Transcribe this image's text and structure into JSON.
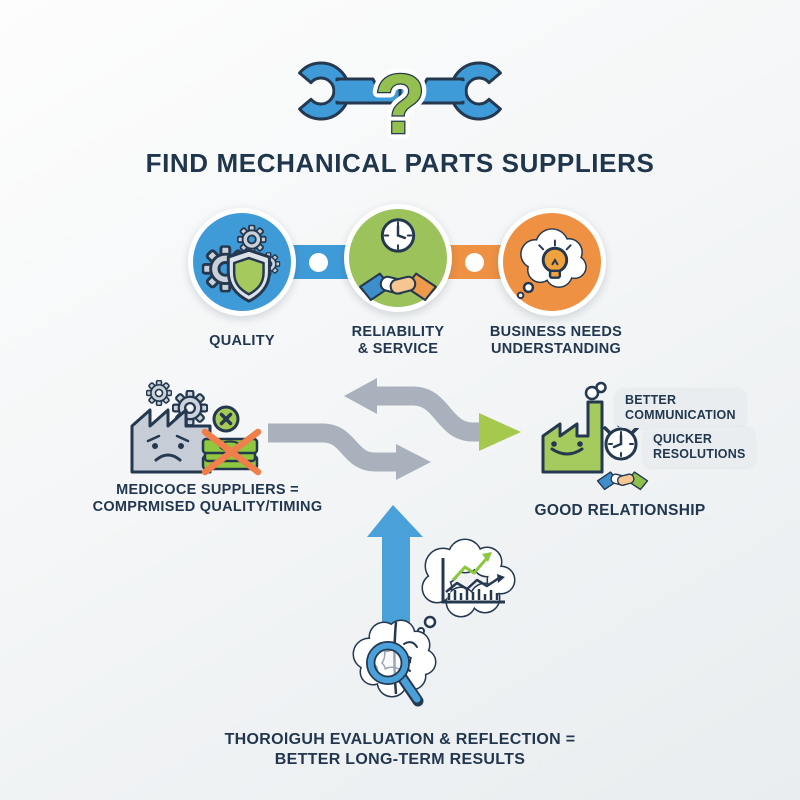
{
  "colors": {
    "navy": "#24384f",
    "blue": "#3f9bd8",
    "green": "#9cc25b",
    "lime_arrow": "#a6c84c",
    "orange": "#ee9143",
    "arrow_gray": "#a9b2bc",
    "steel_gray": "#c6cdd6",
    "badge_bg": "#e9edf0",
    "money_green": "#8ec83f",
    "bulb_orange": "#f0a23c"
  },
  "header": {
    "logo": {
      "icon": "wrench-question-icon",
      "question_mark": "?"
    },
    "title": "FIND MECHANICAL PARTS SUPPLIERS"
  },
  "steps": {
    "items": [
      {
        "id": "quality",
        "label": "QUALITY",
        "icon": "gears-shield-icon",
        "circle_color": "#3f9bd8"
      },
      {
        "id": "reliability-service",
        "label": "RELIABILITY\n& SERVICE",
        "icon": "handshake-clock-icon",
        "circle_color": "#9cc25b"
      },
      {
        "id": "business-needs",
        "label": "BUSINESS NEEDS\nUNDERSTANDING",
        "icon": "idea-thought-bubble-icon",
        "circle_color": "#ee9143"
      }
    ]
  },
  "comparison": {
    "bad": {
      "icons": [
        "gears-icon",
        "factory-sad-icon",
        "x-badge-icon",
        "crossed-money-icon"
      ],
      "caption": "MEDICOCE SUPPLIERS =\nCOMPRMISED QUALITY/TIMING"
    },
    "arrows_icon": "swap-arrows-icon",
    "good": {
      "icons": [
        "factory-happy-icon",
        "smoke-icon",
        "stopwatch-icon",
        "handshake-icon"
      ],
      "badges": [
        {
          "label": "BETTER\nCOMMUNICATION"
        },
        {
          "label": "QUICKER\nRESOLUTIONS"
        }
      ],
      "caption": "GOOD RELATIONSHIP"
    }
  },
  "conclusion": {
    "icons": [
      "up-arrow-icon",
      "brain-magnifier-icon",
      "growth-chart-bubble-icon"
    ],
    "caption": "THOROlGUH EVALUATION & REFLECTION =\nBETTER LONG-TERM RESULTS"
  }
}
